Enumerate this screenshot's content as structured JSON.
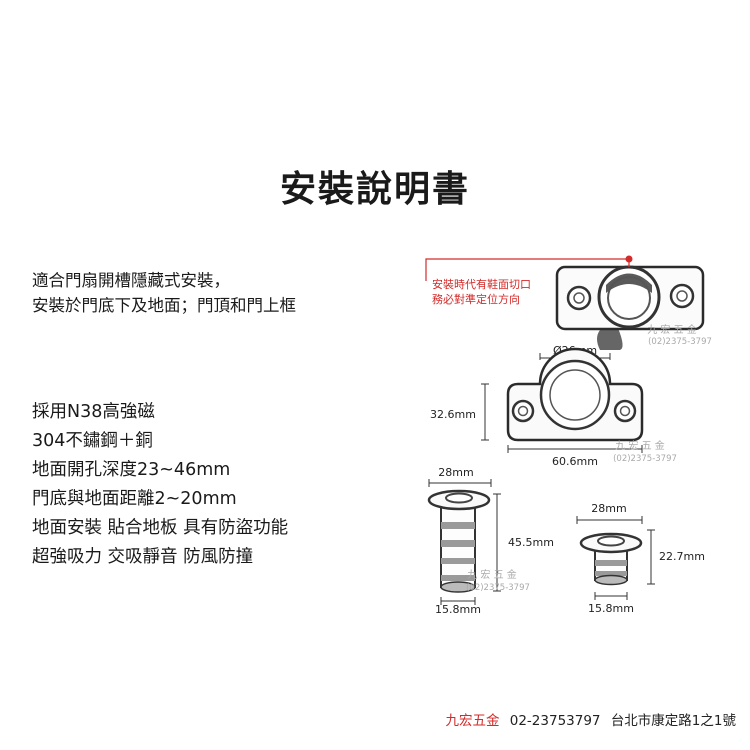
{
  "title": "安裝說明書",
  "intro": [
    "適合門扇開槽隱藏式安裝，",
    "安裝於門底下及地面；門頂和門上框"
  ],
  "specs": [
    "採用N38高強磁",
    "304不鏽鋼＋銅",
    "地面開孔深度23~46mm",
    "門底與地面距離2~20mm",
    "地面安裝 貼合地板 具有防盜功能",
    "超強吸力 交吸靜音 防風防撞"
  ],
  "callout": [
    "安裝時代有鞋面切口",
    "務必對準定位方向"
  ],
  "dimensions": {
    "top_width": "Ø26mm",
    "height_plate": "32.6mm",
    "width_plate": "60.6mm",
    "big_cap": "28mm",
    "big_length": "45.5mm",
    "big_body": "15.8mm",
    "small_cap": "28mm",
    "small_length": "22.7mm",
    "small_body": "15.8mm"
  },
  "watermark": {
    "name": "九 宏 五 金",
    "phone": "(02)2375-3797"
  },
  "footer": {
    "brand": "九宏五金",
    "phone": "02-23753797",
    "address": "台北市康定路1之1號"
  },
  "colors": {
    "accent": "#d42a2a",
    "line": "#333333"
  }
}
